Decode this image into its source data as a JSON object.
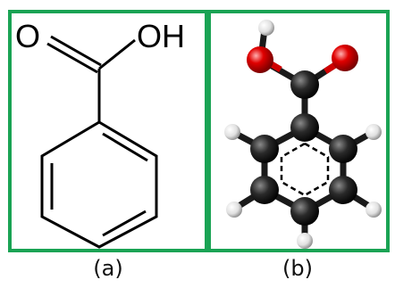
{
  "panel_a": {
    "caption": "(a)",
    "atoms": {
      "o_left": "O",
      "oh_right": "OH"
    }
  },
  "panel_b": {
    "caption": "(b)"
  },
  "colors": {
    "border": "#1aa354",
    "bond": "#000000",
    "carbon": "#1a1a1a",
    "oxygen": "#e00000",
    "hydrogen": "#e8e8e8"
  }
}
